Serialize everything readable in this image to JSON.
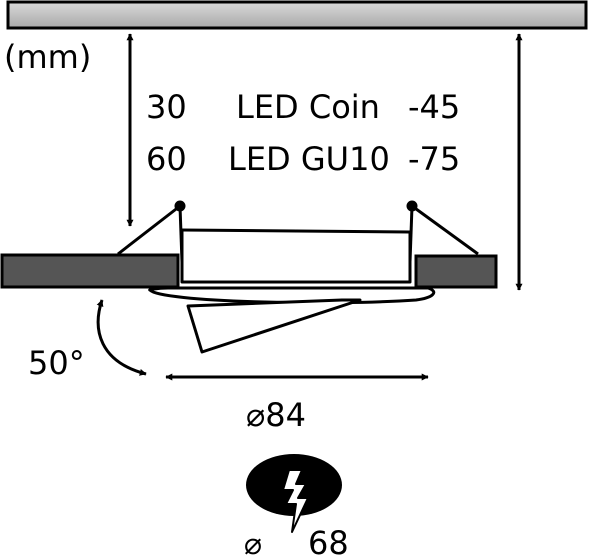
{
  "unit_label": "(mm)",
  "depth_rows": [
    {
      "depth": "30",
      "type": "LED Coin",
      "range": "-45"
    },
    {
      "depth": "60",
      "type": "LED GU10",
      "range": "-75"
    }
  ],
  "tilt_angle": "50°",
  "diameter": "⌀84",
  "cutout": {
    "symbol": "⌀",
    "value": "68"
  },
  "icons": [
    "ceiling-panel",
    "recessed-spotlight",
    "cutout-hole-icon",
    "lightning-icon"
  ],
  "colors": {
    "line": "#000000",
    "ceiling_grey": "#c8c8c8",
    "board_grey": "#555555"
  }
}
